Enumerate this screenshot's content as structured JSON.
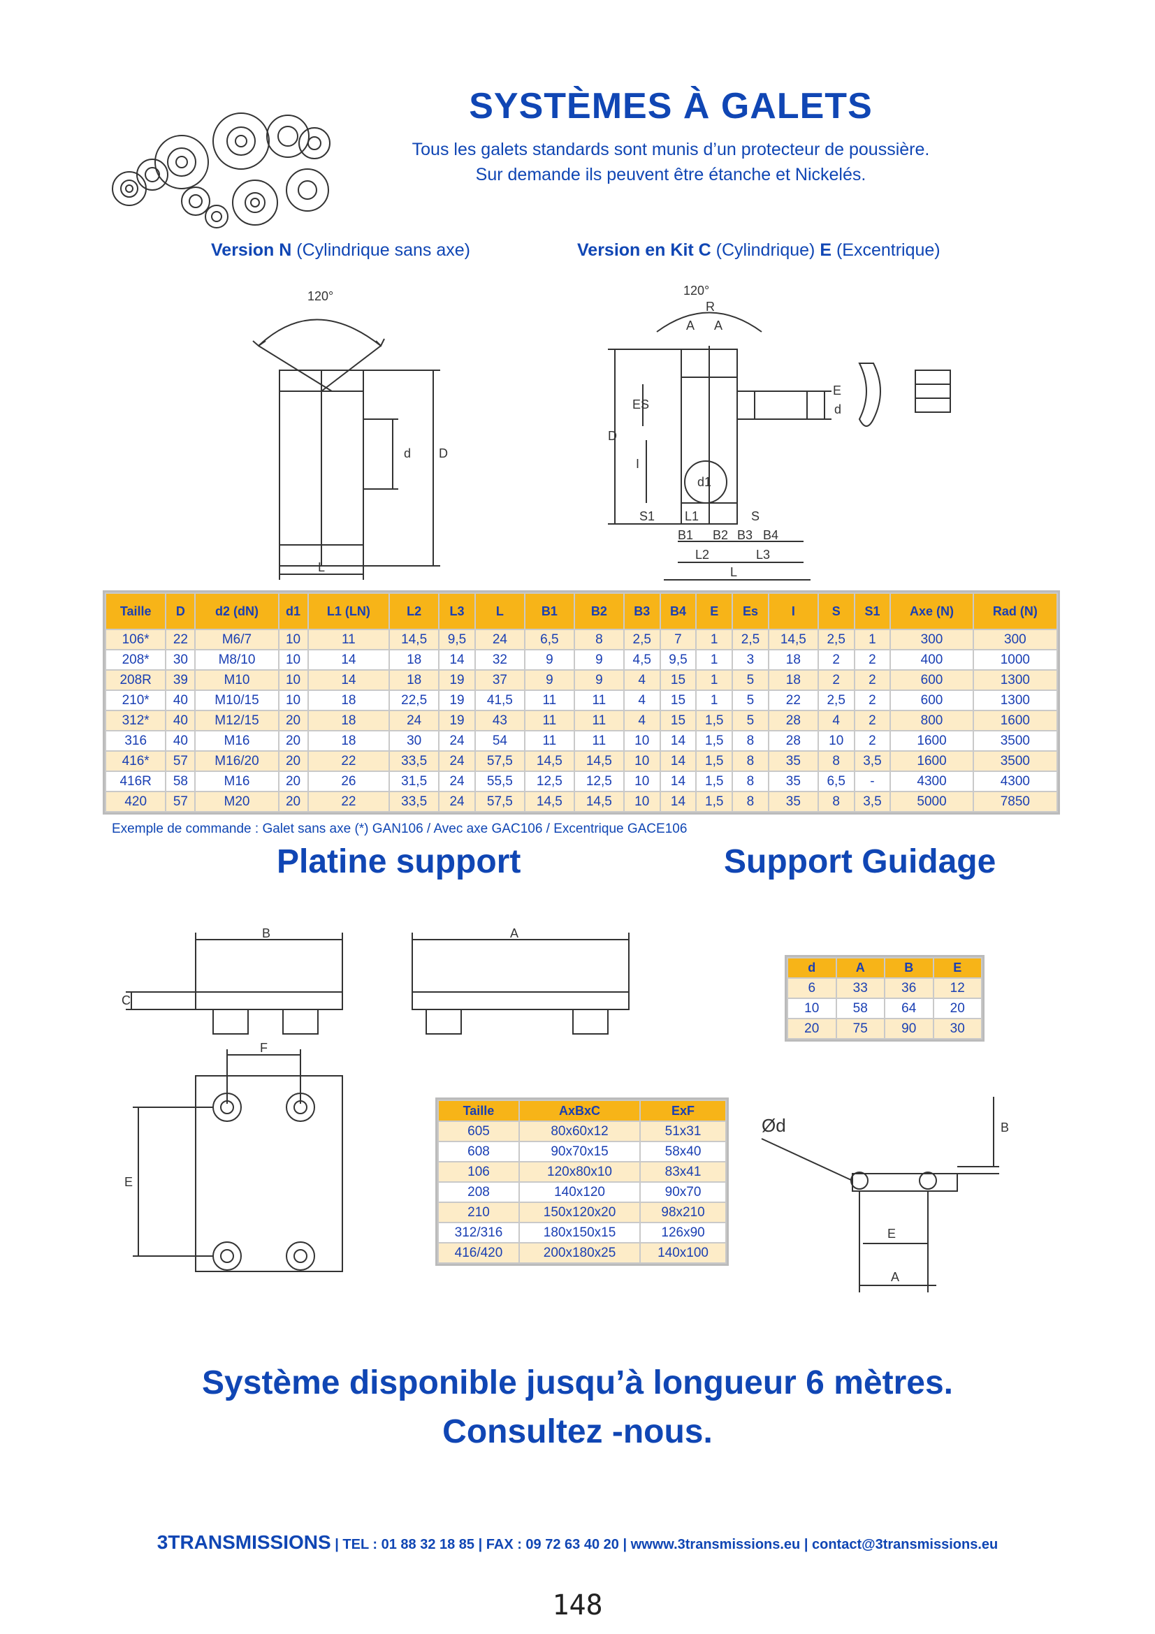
{
  "header": {
    "title": "SYSTÈMES À GALETS",
    "subtitle_1": "Tous les galets standards sont munis d’un protecteur de poussière.",
    "subtitle_2": "Sur demande ils peuvent être étanche et Nickelés."
  },
  "versions": {
    "n_bold": "Version N",
    "n_rest": " (Cylindrique sans axe)",
    "kit_bold": "Version en Kit C",
    "kit_mid": " (Cylindrique) ",
    "kit_e": "E",
    "kit_rest": " (Excentrique)"
  },
  "drawing_labels": {
    "angle": "120°",
    "d": "d",
    "D": "D",
    "L": "L",
    "R": "R",
    "A": "A",
    "ES": "ES",
    "I": "I",
    "E": "E",
    "d1": "d1",
    "S1": "S1",
    "L1": "L1",
    "S": "S",
    "B1": "B1",
    "B2": "B2",
    "B3": "B3",
    "B4": "B4",
    "L2": "L2",
    "L3": "L3",
    "C": "C",
    "F": "F",
    "B": "B",
    "phi_d": "Ød"
  },
  "galet_table": {
    "headers": [
      "Taille",
      "D",
      "d2 (dN)",
      "d1",
      "L1 (LN)",
      "L2",
      "L3",
      "L",
      "B1",
      "B2",
      "B3",
      "B4",
      "E",
      "Es",
      "I",
      "S",
      "S1",
      "Axe (N)",
      "Rad (N)"
    ],
    "rows": [
      [
        "106*",
        "22",
        "M6/7",
        "10",
        "11",
        "14,5",
        "9,5",
        "24",
        "6,5",
        "8",
        "2,5",
        "7",
        "1",
        "2,5",
        "14,5",
        "2,5",
        "1",
        "300",
        "300"
      ],
      [
        "208*",
        "30",
        "M8/10",
        "10",
        "14",
        "18",
        "14",
        "32",
        "9",
        "9",
        "4,5",
        "9,5",
        "1",
        "3",
        "18",
        "2",
        "2",
        "400",
        "1000"
      ],
      [
        "208R",
        "39",
        "M10",
        "10",
        "14",
        "18",
        "19",
        "37",
        "9",
        "9",
        "4",
        "15",
        "1",
        "5",
        "18",
        "2",
        "2",
        "600",
        "1300"
      ],
      [
        "210*",
        "40",
        "M10/15",
        "10",
        "18",
        "22,5",
        "19",
        "41,5",
        "11",
        "11",
        "4",
        "15",
        "1",
        "5",
        "22",
        "2,5",
        "2",
        "600",
        "1300"
      ],
      [
        "312*",
        "40",
        "M12/15",
        "20",
        "18",
        "24",
        "19",
        "43",
        "11",
        "11",
        "4",
        "15",
        "1,5",
        "5",
        "28",
        "4",
        "2",
        "800",
        "1600"
      ],
      [
        "316",
        "40",
        "M16",
        "20",
        "18",
        "30",
        "24",
        "54",
        "11",
        "11",
        "10",
        "14",
        "1,5",
        "8",
        "28",
        "10",
        "2",
        "1600",
        "3500"
      ],
      [
        "416*",
        "57",
        "M16/20",
        "20",
        "22",
        "33,5",
        "24",
        "57,5",
        "14,5",
        "14,5",
        "10",
        "14",
        "1,5",
        "8",
        "35",
        "8",
        "3,5",
        "1600",
        "3500"
      ],
      [
        "416R",
        "58",
        "M16",
        "20",
        "26",
        "31,5",
        "24",
        "55,5",
        "12,5",
        "12,5",
        "10",
        "14",
        "1,5",
        "8",
        "35",
        "6,5",
        "-",
        "4300",
        "4300"
      ],
      [
        "420",
        "57",
        "M20",
        "20",
        "22",
        "33,5",
        "24",
        "57,5",
        "14,5",
        "14,5",
        "10",
        "14",
        "1,5",
        "8",
        "35",
        "8",
        "3,5",
        "5000",
        "7850"
      ]
    ],
    "example": "Exemple de commande : Galet sans axe (*) GAN106 / Avec axe GAC106 / Excentrique GACE106"
  },
  "sections": {
    "platine": "Platine support",
    "guidage": "Support Guidage"
  },
  "guidage_table": {
    "headers": [
      "d",
      "A",
      "B",
      "E"
    ],
    "rows": [
      [
        "6",
        "33",
        "36",
        "12"
      ],
      [
        "10",
        "58",
        "64",
        "20"
      ],
      [
        "20",
        "75",
        "90",
        "30"
      ]
    ]
  },
  "platine_table": {
    "headers": [
      "Taille",
      "AxBxC",
      "ExF"
    ],
    "rows": [
      [
        "605",
        "80x60x12",
        "51x31"
      ],
      [
        "608",
        "90x70x15",
        "58x40"
      ],
      [
        "106",
        "120x80x10",
        "83x41"
      ],
      [
        "208",
        "140x120",
        "90x70"
      ],
      [
        "210",
        "150x120x20",
        "98x210"
      ],
      [
        "312/316",
        "180x150x15",
        "126x90"
      ],
      [
        "416/420",
        "200x180x25",
        "140x100"
      ]
    ]
  },
  "bottom": {
    "line1": "Système disponible jusqu’à longueur 6 mètres.",
    "line2": "Consultez -nous."
  },
  "footer": {
    "brand": "3TRANSMISSIONS",
    "contact": " | TEL : 01 88 32 18 85 | FAX : 09 72 63 40 20 | wwww.3transmissions.eu | contact@3transmissions.eu"
  },
  "page_number": "148",
  "colors": {
    "blue": "#1046b4",
    "header_orange": "#f7b418",
    "row_tint": "#fdecc8"
  }
}
